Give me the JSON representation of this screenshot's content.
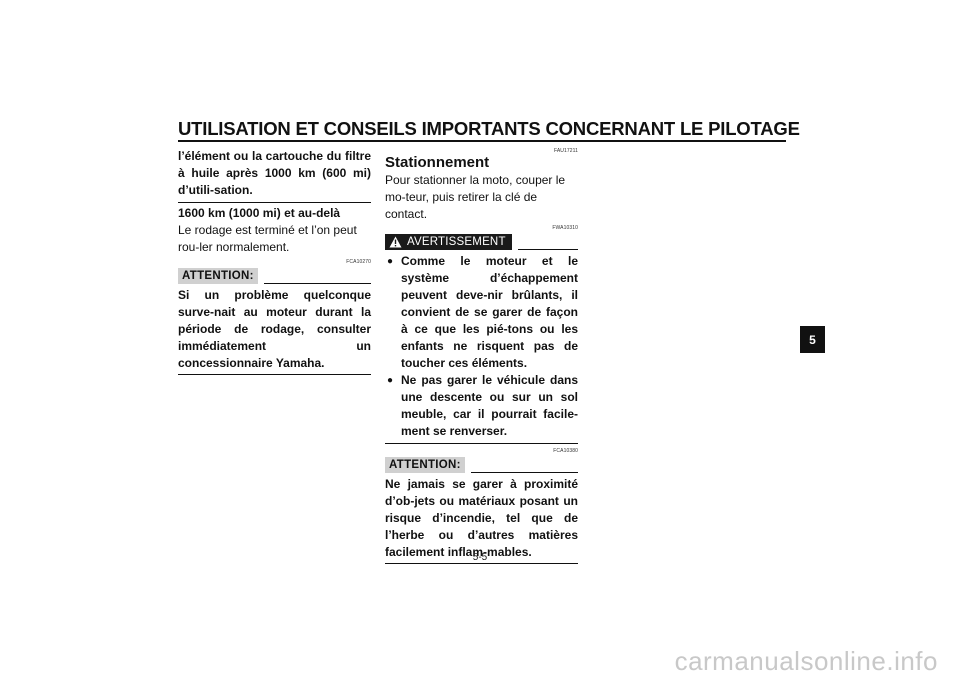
{
  "header": {
    "title": "UTILISATION ET CONSEILS IMPORTANTS CONCERNANT LE PILOTAGE"
  },
  "left_column": {
    "intro_bold": "l’élément ou la cartouche du filtre à huile après 1000 km (600 mi) d’utili-sation.",
    "subheading": "1600 km (1000 mi) et au-delà",
    "body": "Le rodage est terminé et l’on peut rou-ler normalement.",
    "attention": {
      "code": "FCA10270",
      "label": "ATTENTION:",
      "text": "Si un problème quelconque surve-nait au moteur durant la période de rodage, consulter immédiatement un concessionnaire Yamaha."
    }
  },
  "right_column": {
    "section_code": "FAU17211",
    "section_title": "Stationnement",
    "body": "Pour stationner la moto, couper le mo-teur, puis retirer la clé de contact.",
    "warning": {
      "code": "FWA10310",
      "label": "AVERTISSEMENT",
      "icon": "warning-triangle-icon",
      "bullets": [
        "Comme le moteur et le système d’échappement peuvent deve-nir brûlants, il convient de se garer de façon à ce que les pié-tons ou les enfants ne risquent pas de toucher ces éléments.",
        "Ne pas garer le véhicule dans une descente ou sur un sol meuble, car il pourrait facile-ment se renverser."
      ]
    },
    "attention": {
      "code": "FCA10380",
      "label": "ATTENTION:",
      "text": "Ne jamais se garer à proximité d’ob-jets ou matériaux posant un risque d’incendie, tel que de l’herbe ou d’autres matières facilement inflam-mables."
    }
  },
  "chapter_tab": "5",
  "page_number": "5-5",
  "watermark": "carmanualsonline.info"
}
